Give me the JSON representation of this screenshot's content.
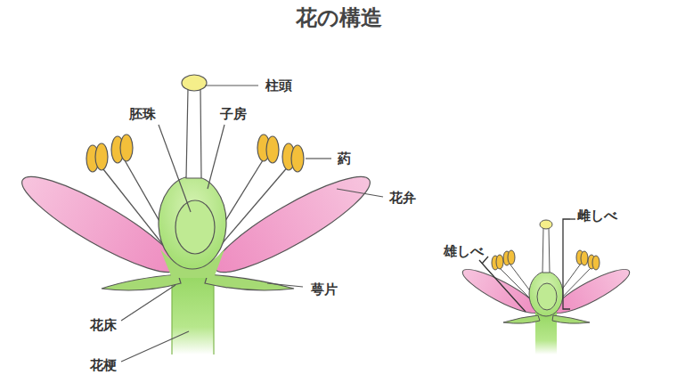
{
  "diagram": {
    "title": "花の構造",
    "labels": [
      "柱頭",
      "胚珠",
      "子房",
      "葯",
      "花弁",
      "萼片",
      "花床",
      "花梗",
      "雄しべ",
      "雌しべ"
    ]
  }
}
